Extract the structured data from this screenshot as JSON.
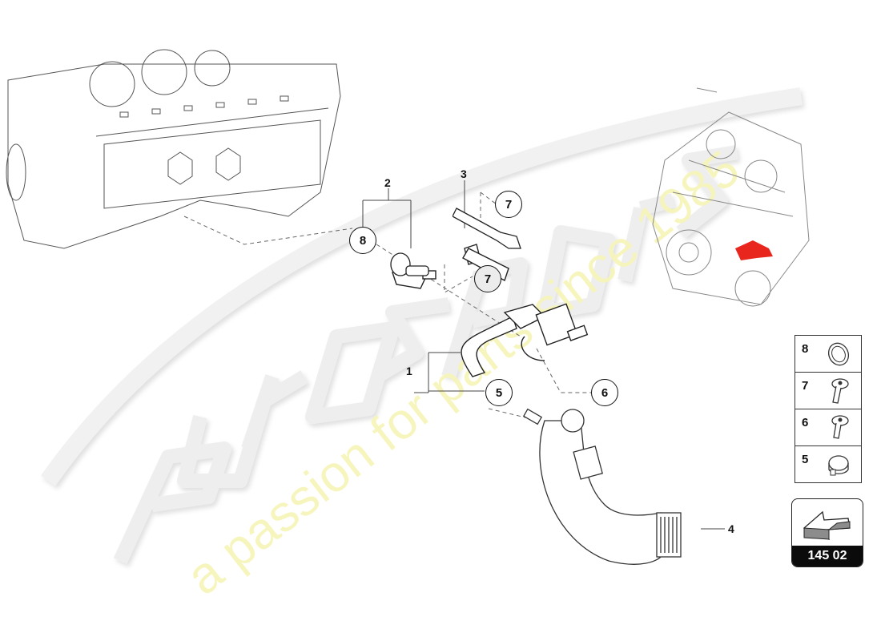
{
  "diagram": {
    "watermark": {
      "brand": "eurospares",
      "tagline": "a passion for parts since 1985",
      "tagline_color": "#f5f3b0"
    },
    "highlight_color": "#e8261e",
    "part_labels": [
      {
        "id": "1",
        "label": "1"
      },
      {
        "id": "2",
        "label": "2"
      },
      {
        "id": "3",
        "label": "3"
      },
      {
        "id": "4",
        "label": "4"
      }
    ],
    "callouts": [
      {
        "id": "c8",
        "label": "8"
      },
      {
        "id": "c7a",
        "label": "7"
      },
      {
        "id": "c7b",
        "label": "7"
      },
      {
        "id": "c5",
        "label": "5"
      },
      {
        "id": "c6",
        "label": "6"
      }
    ],
    "legend": [
      {
        "num": "8",
        "icon": "ring-seal-icon"
      },
      {
        "num": "7",
        "icon": "torx-bolt-icon"
      },
      {
        "num": "6",
        "icon": "torx-bolt-icon"
      },
      {
        "num": "5",
        "icon": "hose-clamp-icon"
      }
    ],
    "navigation": {
      "code": "145 02"
    }
  }
}
